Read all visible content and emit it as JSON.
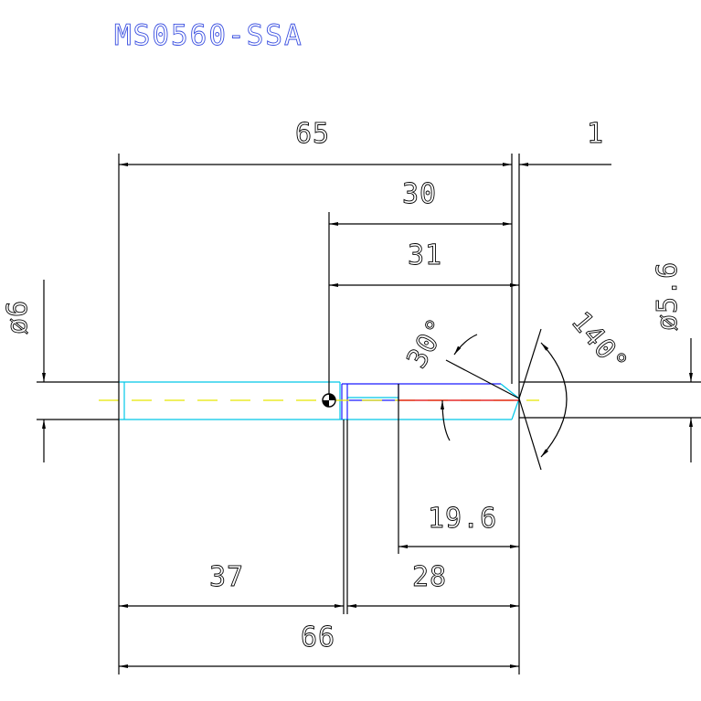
{
  "title": "MS0560-SSA",
  "dimensions": {
    "overall_65": "65",
    "tip_1": "1",
    "len_30": "30",
    "len_31": "31",
    "dia_6": "ø6",
    "dia_5_6": "ø5.6",
    "angle_30": "30°",
    "angle_140": "140°",
    "len_19_6": "19.6",
    "len_37": "37",
    "len_28": "28",
    "overall_66": "66"
  },
  "colors": {
    "dimension": "#000000",
    "title": "#3a4fe0",
    "shank_outline": "#00c8e8",
    "flute_outline": "#1a1aff",
    "centerline": "#e8e800",
    "cutting_edge": "#e00000",
    "chamfer": "#00c8e8"
  }
}
